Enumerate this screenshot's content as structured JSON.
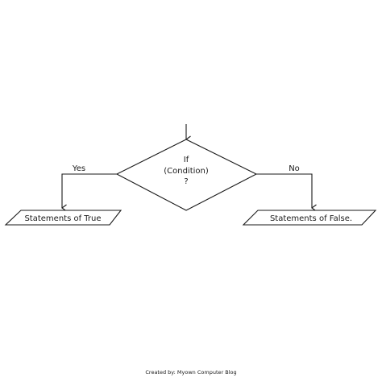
{
  "diagram": {
    "decision": {
      "line1": "If",
      "line2": "(Condition)",
      "line3": "?"
    },
    "branch_yes": {
      "label": "Yes",
      "statement": "Statements of True"
    },
    "branch_no": {
      "label": "No",
      "statement": "Statements of False."
    },
    "credit": "Created by: Myown Computer Blog",
    "colors": {
      "stroke": "#1a1a1a",
      "background": "#ffffff"
    }
  }
}
